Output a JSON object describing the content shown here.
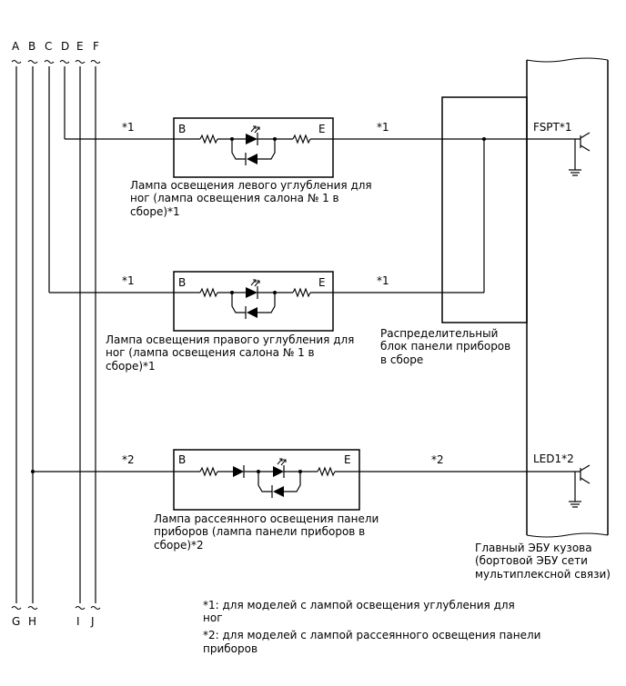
{
  "connectors_top": [
    "A",
    "B",
    "C",
    "D",
    "E",
    "F"
  ],
  "connectors_bottom": [
    "G",
    "H",
    "I",
    "J"
  ],
  "components": {
    "left_lamp": {
      "pin_b": "B",
      "pin_e": "E",
      "label": [
        "Лампа освещения левого углубления для",
        "ног (лампа освещения салона № 1 в",
        "сборе)*1"
      ]
    },
    "right_lamp": {
      "pin_b": "B",
      "pin_e": "E",
      "label": [
        "Лампа освещения правого углубления для",
        "ног (лампа освещения салона № 1 в",
        "сборе)*1"
      ]
    },
    "panel_lamp": {
      "pin_b": "B",
      "pin_e": "E",
      "label": [
        "Лампа рассеянного освещения панели",
        "приборов (лампа панели приборов в",
        "сборе)*2"
      ]
    },
    "junction_block": {
      "label": [
        "Распределительный",
        "блок панели приборов",
        "в сборе"
      ]
    },
    "body_ecu": {
      "label": [
        "Главный ЭБУ кузова",
        "(бортовой ЭБУ сети",
        "мультиплексной связи)"
      ],
      "terminal_fspt": "FSPT*1",
      "terminal_led1": "LED1*2"
    }
  },
  "wire_marks": {
    "row1_left": "*1",
    "row1_right": "*1",
    "row2_left": "*1",
    "row2_right": "*1",
    "row3_left": "*2",
    "row3_right": "*2"
  },
  "notes": [
    [
      "*1: для моделей с лампой освещения углубления для",
      "ног"
    ],
    [
      "*2: для моделей с лампой рассеянного освещения панели",
      "приборов"
    ]
  ]
}
